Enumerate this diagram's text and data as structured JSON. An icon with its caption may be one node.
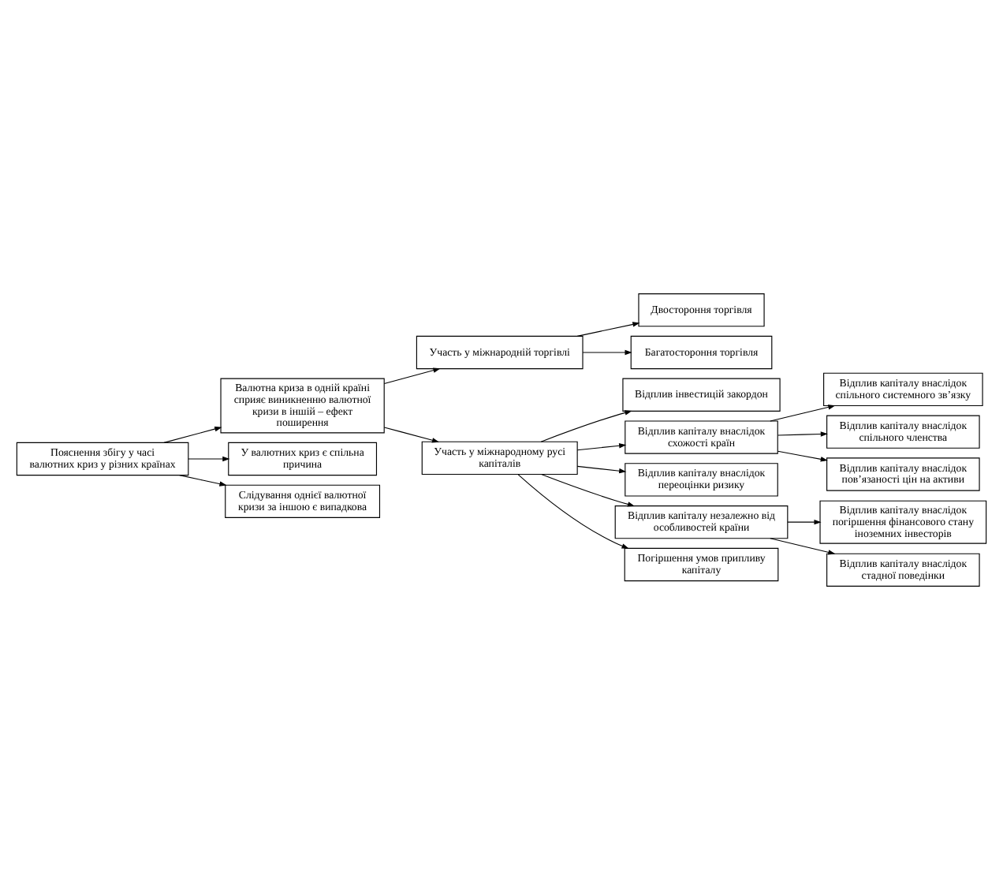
{
  "diagram": {
    "nodes": [
      {
        "text": [
          "Пояснення збігу у часі валютних криз у різних країнах"
        ]
      },
      {
        "text": [
          "Валютна криза в одній країні сприяє виникненню валютної кризи в іншій – ефект поширення"
        ]
      },
      {
        "text": [
          "У валютних криз є спільна причина"
        ]
      },
      {
        "text": [
          "Слідування однієї валютної кризи за іншою є випадкова"
        ]
      },
      {
        "text": [
          "Участь у міжнародній торгівлі"
        ]
      },
      {
        "text": [
          "Двостороння торгівля"
        ]
      },
      {
        "text": [
          "Участь у міжнародному русі капіталів"
        ]
      },
      {
        "text": [
          "Багатостороння торгівля"
        ]
      },
      {
        "text": [
          "Відплив інвестицій закордон"
        ]
      },
      {
        "text": [
          "Відплив капіталу внаслідок спільного системного зв’язку"
        ]
      },
      {
        "text": [
          "Відплив капіталу внаслідок схожості країн"
        ]
      },
      {
        "text": [
          "Відплив капіталу внаслідок спільного членства"
        ]
      },
      {
        "text": [
          "Відплив капіталу внаслідок переоцінки ризику"
        ]
      },
      {
        "text": [
          "Відплив капіталу внаслідок пов’язаності цін на активи"
        ]
      },
      {
        "text": [
          "Відплив капіталу незалежно від особливостей країни"
        ]
      },
      {
        "text": [
          "Відплив капіталу внаслідок погіршення фінансового стану іноземних інвесторів"
        ]
      },
      {
        "text": [
          "Погіршення умов припливу капіталу"
        ]
      },
      {
        "text": [
          "Відплив капіталу внаслідок стадної поведінки"
        ]
      }
    ],
    "edges": [
      {
        "from": 0,
        "to": 1,
        "arrow": "to"
      },
      {
        "from": 0,
        "to": 2,
        "arrow": "to"
      },
      {
        "from": 0,
        "to": 3,
        "arrow": "to"
      },
      {
        "from": 1,
        "to": 4,
        "arrow": "to"
      },
      {
        "from": 1,
        "to": 6,
        "arrow": "to"
      },
      {
        "from": 4,
        "to": 5,
        "arrow": "to"
      },
      {
        "from": 4,
        "to": 7,
        "arrow": "to"
      },
      {
        "from": 6,
        "to": 8,
        "arrow": "to"
      },
      {
        "from": 6,
        "to": 10,
        "arrow": "to"
      },
      {
        "from": 6,
        "to": 12,
        "arrow": "to"
      },
      {
        "from": 6,
        "to": 14,
        "arrow": "to"
      },
      {
        "from": 6,
        "to": 16,
        "arrow": "to"
      },
      {
        "from": 10,
        "to": 9,
        "arrow": "to"
      },
      {
        "from": 10,
        "to": 11,
        "arrow": "to"
      },
      {
        "from": 10,
        "to": 13,
        "arrow": "to"
      },
      {
        "from": 14,
        "to": 15,
        "arrow": "to"
      },
      {
        "from": 14,
        "to": 17,
        "arrow": "to"
      }
    ]
  }
}
